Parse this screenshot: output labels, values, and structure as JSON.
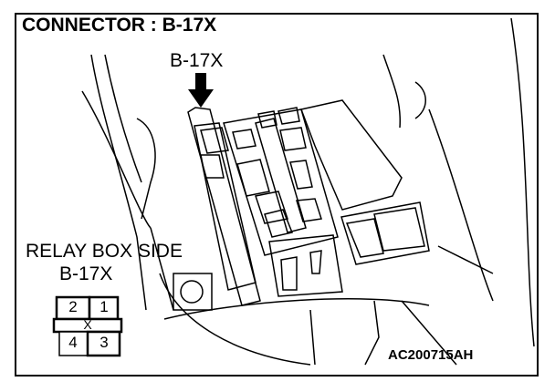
{
  "title": "CONNECTOR : B-17X",
  "arrow_label": "B-17X",
  "view_label_line1": "RELAY BOX SIDE",
  "view_label_line2": "B-17X",
  "connector_pins": {
    "top": [
      "2",
      "1"
    ],
    "bottom": [
      "4",
      "3"
    ],
    "center_mark": "X"
  },
  "figure_code": "AC200715AH"
}
